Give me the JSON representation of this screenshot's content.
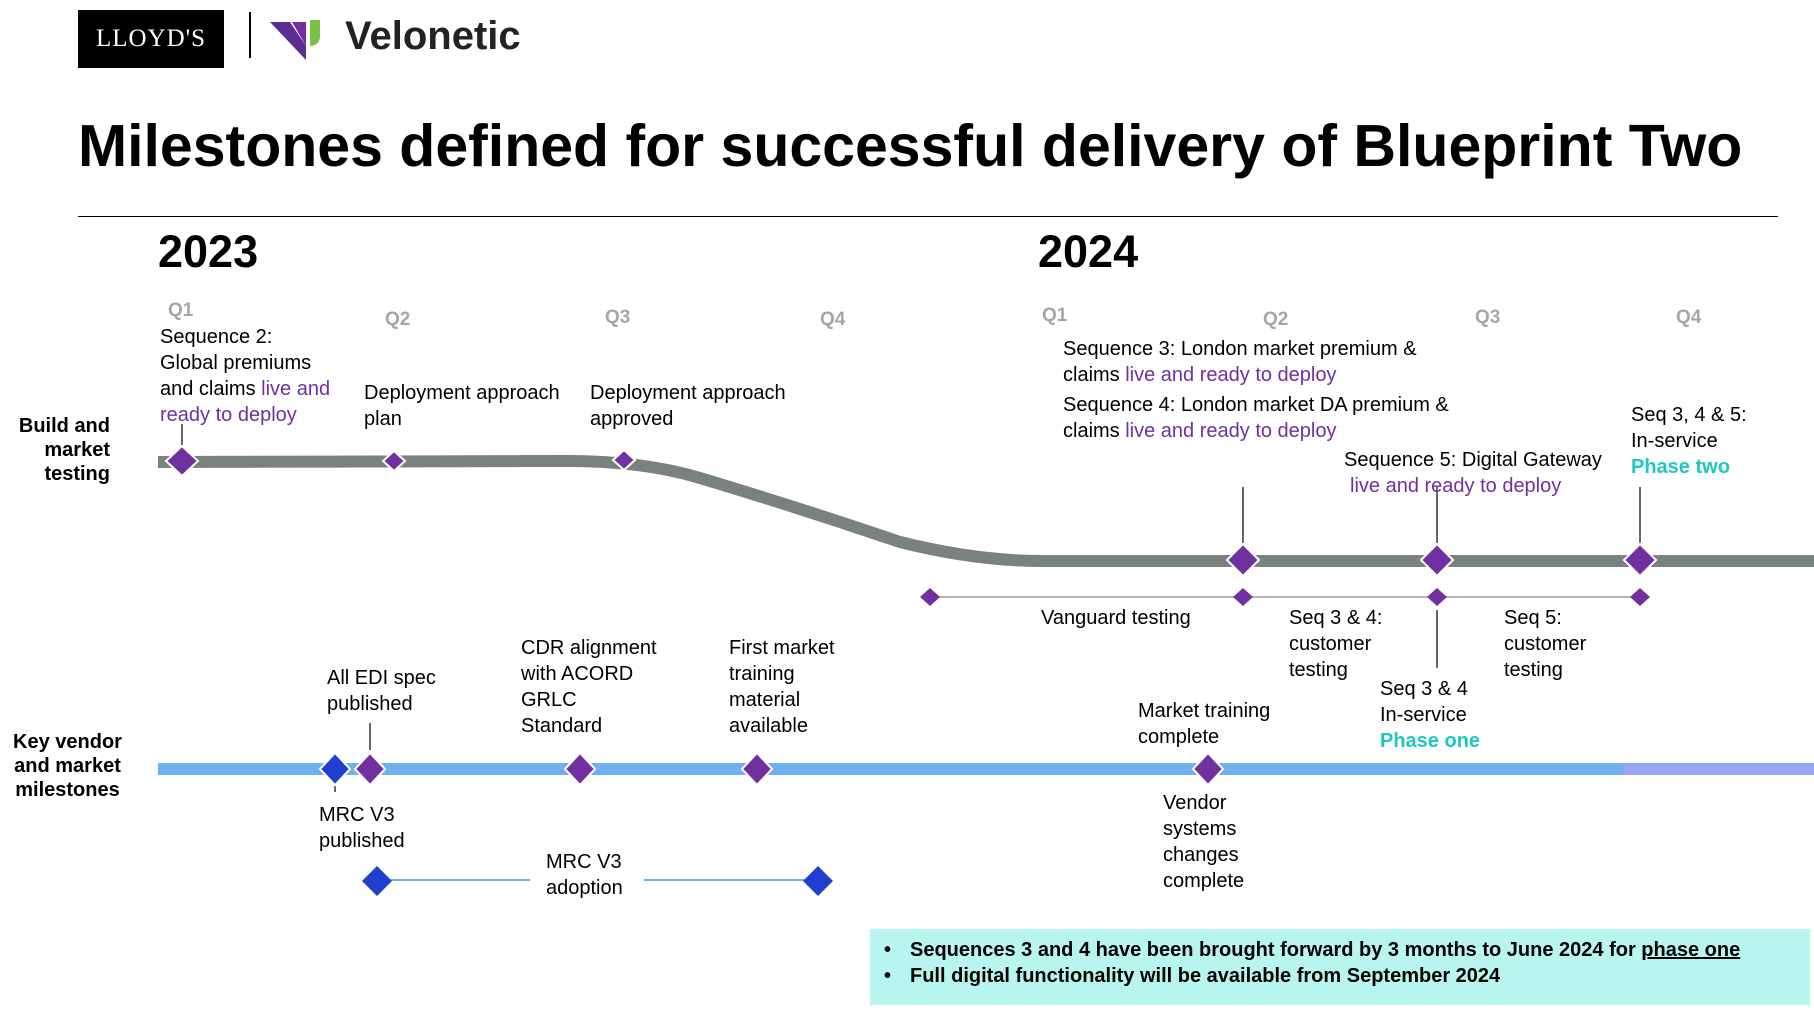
{
  "header": {
    "lloyds_logo": "LLOYD'S",
    "velonetic_logo": "Velonetic",
    "title": "Milestones defined for successful delivery of Blueprint Two"
  },
  "years": {
    "y2023": "2023",
    "y2024": "2024"
  },
  "quarters": [
    "Q1",
    "Q2",
    "Q3",
    "Q4",
    "Q1",
    "Q2",
    "Q3",
    "Q4"
  ],
  "lanes": {
    "build": [
      "Build and",
      "market",
      "testing"
    ],
    "vendor": [
      "Key vendor",
      "and market",
      "milestones"
    ]
  },
  "build_milestones": {
    "seq2": [
      "Sequence 2:",
      "Global  premiums",
      "and claims ",
      "live and",
      "ready to deploy"
    ],
    "deploy_plan": [
      "Deployment approach",
      "plan"
    ],
    "deploy_approved": [
      "Deployment approach",
      "approved"
    ],
    "seq3": [
      "Sequence 3: London market premium &",
      "claims ",
      "live and ready to deploy"
    ],
    "seq4": [
      "Sequence 4: London market DA premium &",
      "claims ",
      "live and ready to deploy"
    ],
    "seq5": [
      "Sequence 5: Digital Gateway",
      "live and ready to deploy"
    ],
    "seq345": [
      "Seq 3, 4 & 5:",
      "In-service",
      "Phase two"
    ]
  },
  "testing": {
    "vanguard": "Vanguard testing",
    "seq34_customer": [
      "Seq 3 & 4:",
      "customer",
      "testing"
    ],
    "seq5_customer": [
      "Seq 5:",
      "customer",
      "testing"
    ],
    "seq34_inservice": [
      "Seq 3 & 4",
      "In-service",
      "Phase one"
    ]
  },
  "vendor_milestones": {
    "edi": [
      "All EDI spec",
      "published"
    ],
    "mrc_published": [
      "MRC V3",
      "published"
    ],
    "cdr": [
      "CDR alignment",
      "with ACORD",
      "GRLC",
      "Standard"
    ],
    "training_material": [
      "First market",
      "training",
      "material",
      "available"
    ],
    "market_training": [
      "Market training",
      "complete"
    ],
    "vendor_systems": [
      "Vendor",
      "systems",
      "changes",
      "complete"
    ],
    "mrc_adoption": [
      "MRC V3",
      "adoption"
    ]
  },
  "notes": {
    "bullet": "•",
    "line1_pre": "Sequences 3 and 4 have been brought forward by 3 months to June 2024 for ",
    "line1_link": "phase one",
    "line2": "Full digital functionality will be available from September 2024"
  },
  "colors": {
    "build_track": "#7a8280",
    "vendor_track": "#6fb1f0",
    "purple": "#7030a0",
    "blue_diamond": "#1f3fd0",
    "teal": "#20c7c1",
    "note_bg": "#b9f5ef"
  },
  "icons": [
    "lloyds-logo",
    "velonetic-mark-icon",
    "diamond-milestone-icon"
  ]
}
